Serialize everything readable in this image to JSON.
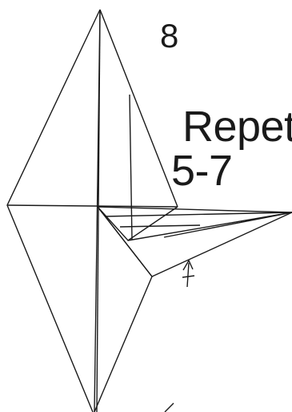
{
  "step": {
    "number": "8"
  },
  "instruction": {
    "line1": "Repet",
    "line2": "5-7"
  },
  "colors": {
    "ink": "#1a1a1a",
    "paper": "#ffffff"
  },
  "icons": {
    "fold_arrow": "fold-direction-arrow-icon"
  }
}
